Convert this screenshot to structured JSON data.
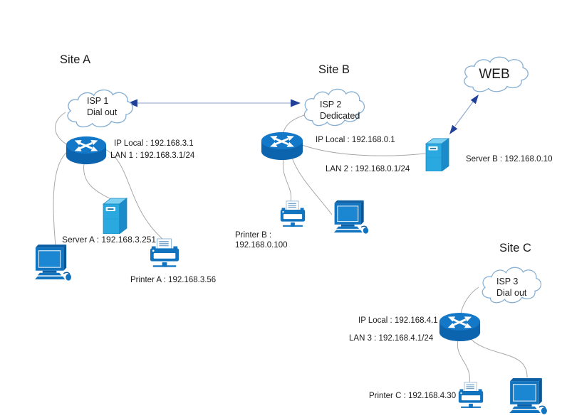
{
  "diagram": {
    "web_cloud": {
      "label": "WEB"
    },
    "site_a": {
      "title": "Site A",
      "isp_cloud_line1": "ISP 1",
      "isp_cloud_line2": "Dial out",
      "ip_local": "IP Local : 192.168.3.1",
      "lan": "LAN 1 : 192.168.3.1/24",
      "server_label": "Server A : 192.168.3.251",
      "printer_label": "Printer A : 192.168.3.56"
    },
    "site_b": {
      "title": "Site B",
      "isp_cloud_line1": "ISP 2",
      "isp_cloud_line2": "Dedicated",
      "ip_local": "IP Local : 192.168.0.1",
      "lan": "LAN 2 : 192.168.0.1/24",
      "printer_label_line1": "Printer B :",
      "printer_label_line2": "192.168.0.100",
      "server_label": "Server B : 192.168.0.10"
    },
    "site_c": {
      "title": "Site C",
      "isp_cloud_line1": "ISP 3",
      "isp_cloud_line2": "Dial out",
      "ip_local": "IP Local : 192.168.4.1",
      "lan": "LAN 3 : 192.168.4.1/24",
      "printer_label": "Printer C : 192.168.4.30"
    },
    "icons": {
      "router": "cisco-router-icon",
      "server": "server-tower-icon",
      "printer": "network-printer-icon",
      "computer": "desktop-computer-icon",
      "cloud": "network-cloud-icon"
    },
    "colors": {
      "device_blue": "#1274bf",
      "server_cyan": "#2aa9e0",
      "cloud_outline": "#85aed3",
      "connector_line": "#a8a8a8",
      "arrow_line": "#b3bfdc",
      "arrow_head": "#21409a",
      "text": "#1b1b1b"
    }
  }
}
